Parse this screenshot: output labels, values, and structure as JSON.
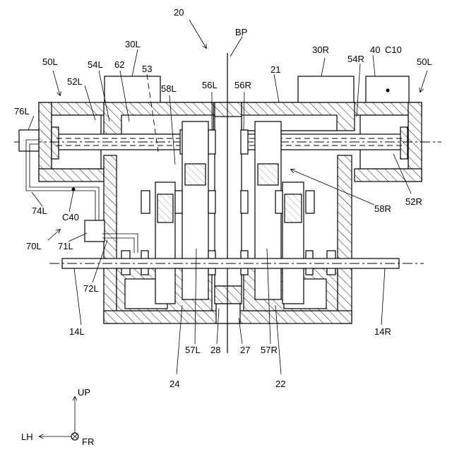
{
  "labels": {
    "n20": "20",
    "bp": "BP",
    "n30l": "30L",
    "n30r": "30R",
    "n40": "40",
    "c10": "C10",
    "n50l_left": "50L",
    "n50l_right": "50L",
    "n52l": "52L",
    "n54l": "54L",
    "n62": "62",
    "n53": "53",
    "n58l": "58L",
    "n56l": "56L",
    "n56r": "56R",
    "n21": "21",
    "n54r": "54R",
    "n76l": "76L",
    "n74l": "74L",
    "c40": "C40",
    "n70l": "70L",
    "n71l": "71L",
    "n72l": "72L",
    "n14l": "14L",
    "n14r": "14R",
    "n57l": "57L",
    "n28": "28",
    "n27": "27",
    "n57r": "57R",
    "n24": "24",
    "n22": "22",
    "n58r": "58R",
    "n52r": "52R",
    "up": "UP",
    "lh": "LH",
    "fr": "FR"
  }
}
